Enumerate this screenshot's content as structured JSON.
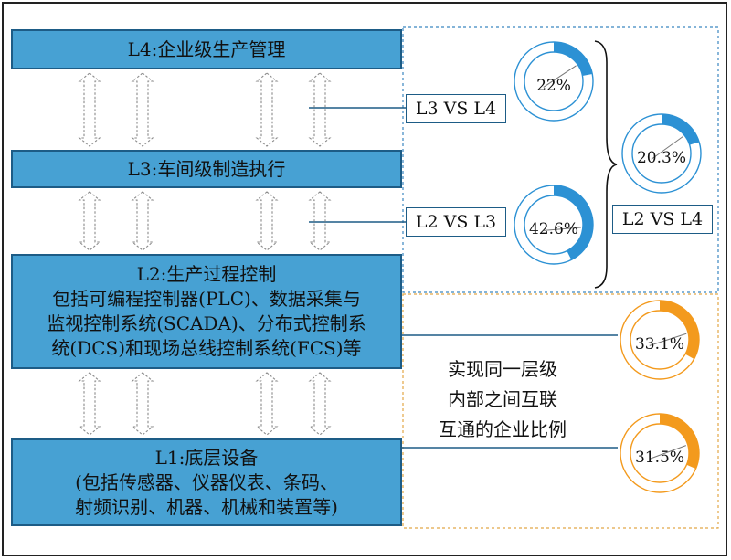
{
  "levels": {
    "l4": {
      "title": "L4:企业级生产管理"
    },
    "l3": {
      "title": "L3:车间级制造执行"
    },
    "l2": {
      "title": "L2:生产过程控制",
      "lines": [
        "包括可编程控制器(PLC)、数据采集与",
        "监视控制系统(SCADA)、分布式控制系",
        "统(DCS)和现场总线控制系统(FCS)等"
      ]
    },
    "l1": {
      "title": "L1:底层设备",
      "lines": [
        "(包括传感器、仪器仪表、条码、",
        "射频识别、机器、机械和装置等)"
      ]
    }
  },
  "comparisons": {
    "l3_vs_l4": {
      "label": "L3 VS L4",
      "value": 22,
      "text": "22%"
    },
    "l2_vs_l3": {
      "label": "L2 VS L3",
      "value": 42.6,
      "text": "42.6%"
    },
    "l2_vs_l4": {
      "label": "L2 VS L4",
      "value": 20.3,
      "text": "20.3%"
    }
  },
  "internal": {
    "note_lines": [
      "实现同一层级",
      "内部之间互联",
      "互通的企业比例"
    ],
    "l2": {
      "value": 33.1,
      "text": "33.1%"
    },
    "l1": {
      "value": 31.5,
      "text": "31.5%"
    }
  },
  "colors": {
    "level_fill": "#47a1d3",
    "blue_ring": "#2c91d4",
    "orange_ring": "#f39a1d",
    "ring_bg": "#ffffff"
  }
}
